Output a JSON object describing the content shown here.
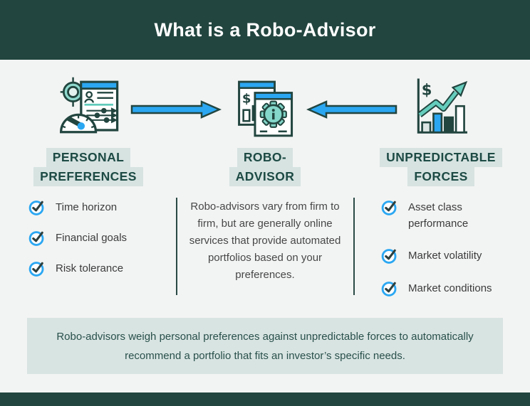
{
  "header": {
    "title": "What is a Robo-Advisor"
  },
  "columns": {
    "left": {
      "heading": [
        "PERSONAL",
        "PREFERENCES"
      ],
      "items": [
        "Time horizon",
        "Financial goals",
        "Risk tolerance"
      ]
    },
    "center": {
      "heading": [
        "ROBO-",
        "ADVISOR"
      ],
      "description": "Robo-advisors vary from firm to firm, but are generally online services that provide automated portfolios based on your preferences."
    },
    "right": {
      "heading": [
        "UNPREDICTABLE",
        "FORCES"
      ],
      "items": [
        "Asset class performance",
        "Market volatility",
        "Market conditions"
      ]
    }
  },
  "summary": {
    "text": "Robo-advisors weigh personal preferences against unpredictable forces to automatically recommend a portfolio that fits an investor’s specific needs."
  },
  "icons": {
    "left": "target-gauge-profile-icon",
    "center": "browser-gear-icon",
    "right": "growth-bar-chart-icon",
    "list_bullet": "check-circle-icon",
    "flow_left": "arrow-right-icon",
    "flow_right": "arrow-left-icon"
  },
  "colors": {
    "band": "#22453F",
    "blue": "#2BA7F2",
    "teal": "#7ED5C8",
    "highlight": "#D6E3E1",
    "summary_bg": "#D8E4E2",
    "background": "#F2F4F3",
    "heading_text": "#1D4A44"
  }
}
